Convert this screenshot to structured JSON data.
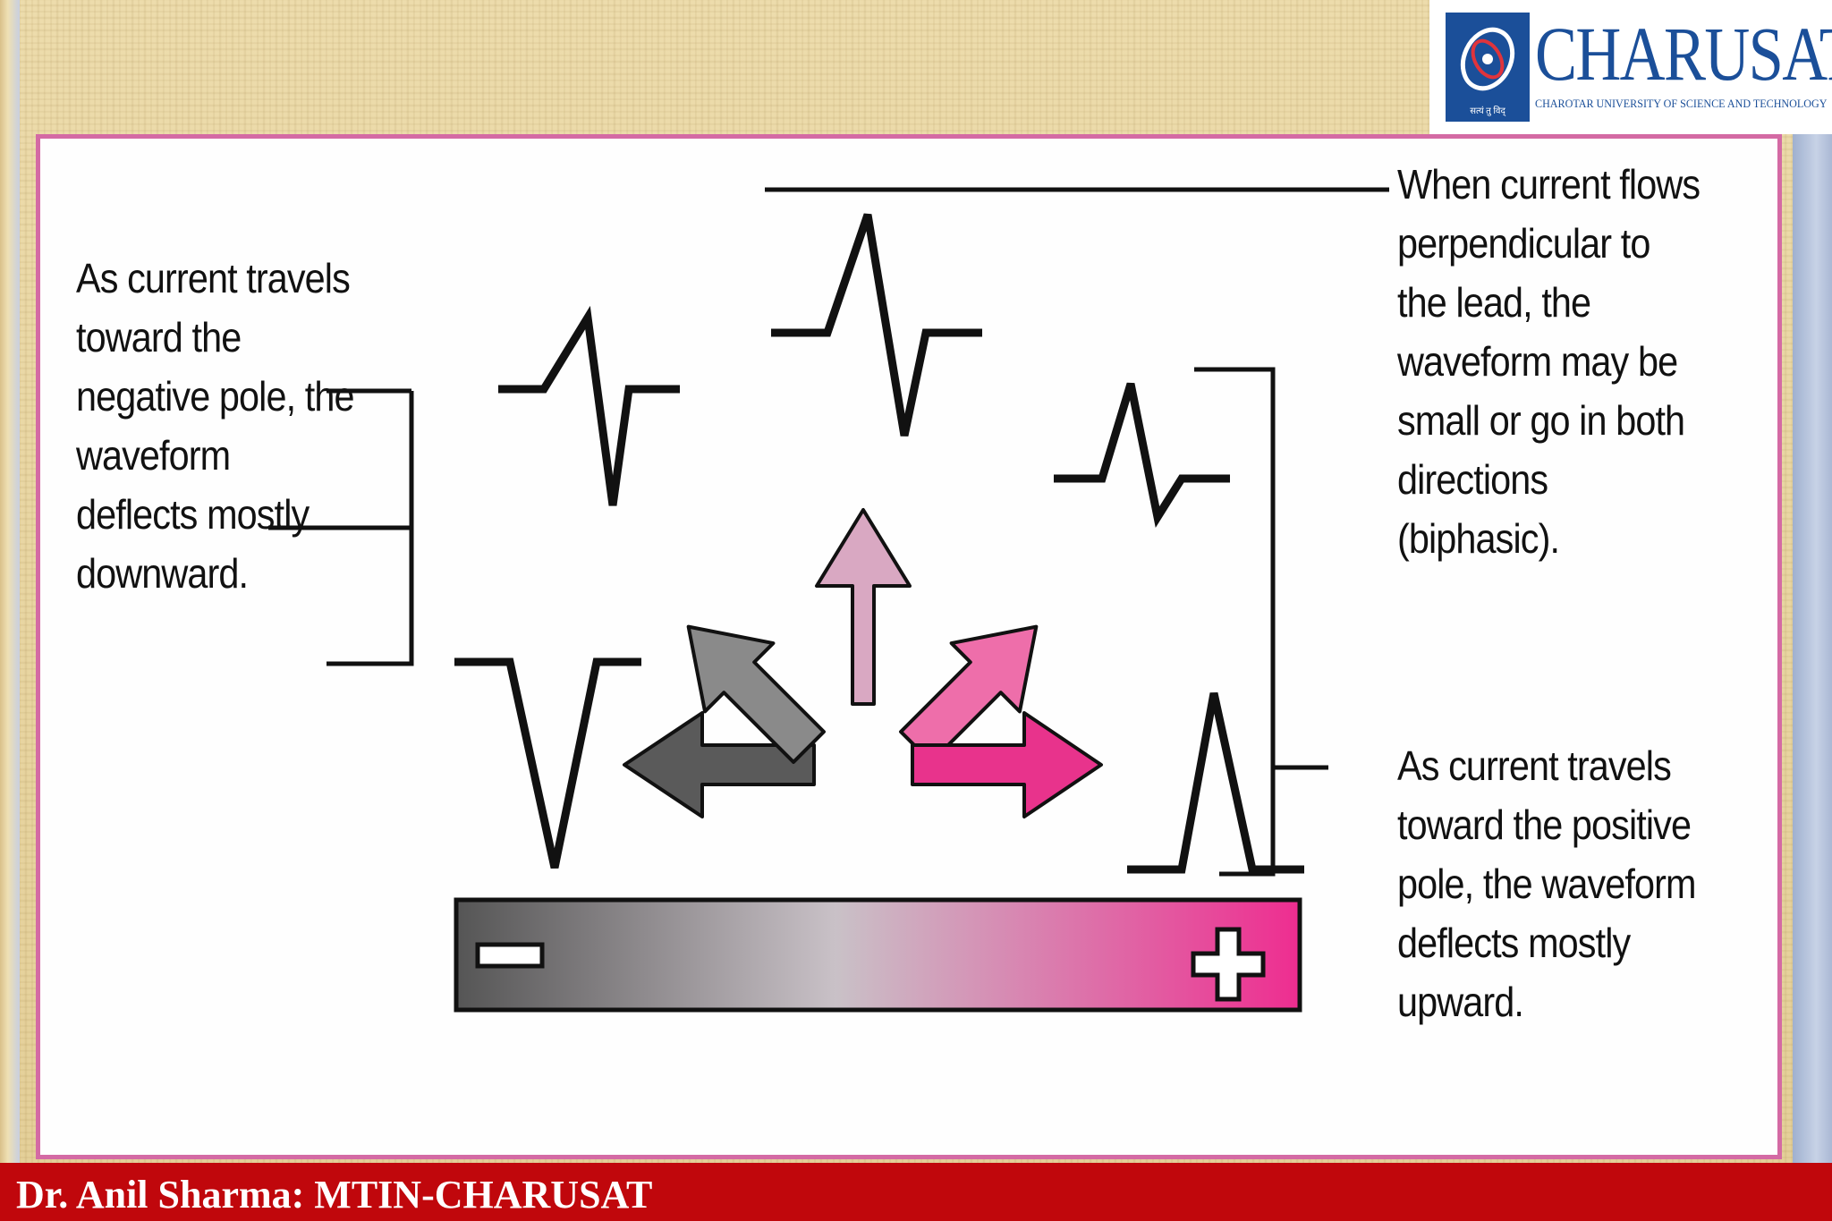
{
  "header": {
    "logo": {
      "name": "CHARUSAT",
      "subtitle": "CHAROTAR UNIVERSITY OF SCIENCE AND TECHNOLOGY",
      "emblem_text": "सत्यं तु विद्"
    }
  },
  "diagram": {
    "left_caption": [
      "As current travels",
      "toward the",
      "negative pole, the",
      "waveform",
      "deflects mostly",
      "downward."
    ],
    "right_top_caption": [
      "When current flows",
      "perpendicular to",
      "the lead, the",
      "waveform may be",
      "small or go in both",
      "directions",
      "(biphasic)."
    ],
    "right_bottom_caption": [
      "As current travels",
      "toward the positive",
      "pole, the waveform",
      "deflects mostly",
      "upward."
    ],
    "lead_bar": {
      "negative_symbol": "minus-icon",
      "positive_symbol": "plus-icon",
      "gradient": [
        "#555555",
        "#c8c0c6",
        "#ee2d90"
      ]
    },
    "arrows": [
      {
        "direction": "left",
        "color": "#5a5a5a"
      },
      {
        "direction": "upper-left",
        "color": "#8a8a8a"
      },
      {
        "direction": "up",
        "color": "#d9a8c2"
      },
      {
        "direction": "upper-right",
        "color": "#ee6eaa"
      },
      {
        "direction": "right",
        "color": "#e8338c"
      }
    ],
    "waveforms": [
      "mostly-negative-small",
      "deep-negative",
      "biphasic-large",
      "biphasic-small",
      "positive-upward"
    ]
  },
  "footer": {
    "text": "Dr. Anil Sharma: MTIN-CHARUSAT"
  }
}
